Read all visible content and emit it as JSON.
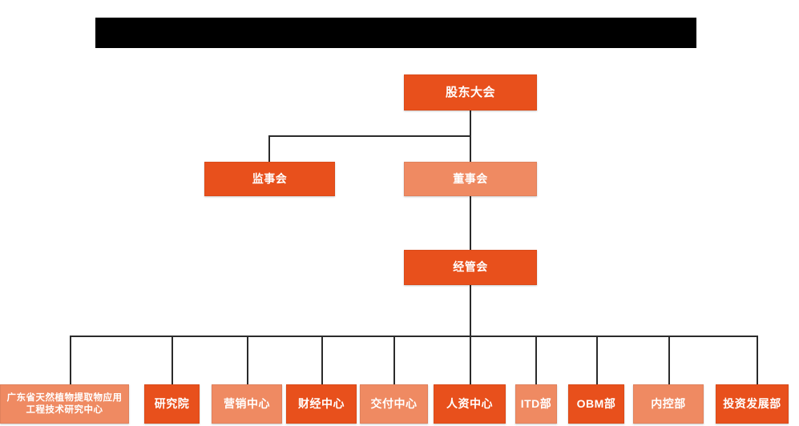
{
  "chart": {
    "type": "org-chart",
    "title_redacted": true,
    "colors": {
      "dark_orange": "#e8501c",
      "light_orange": "#ef8a62",
      "connector": "#2b2b2b",
      "redaction": "#000000",
      "background": "#ffffff",
      "text": "#ffffff"
    },
    "banner": {
      "name": "redacted-title-bar",
      "text": ""
    },
    "levels": [
      {
        "level": 1,
        "nodes": [
          {
            "id": "shareholders-meeting",
            "label": "股东大会",
            "tone": "dark"
          }
        ]
      },
      {
        "level": 2,
        "nodes": [
          {
            "id": "supervisory-board",
            "label": "监事会",
            "tone": "dark"
          },
          {
            "id": "board-of-directors",
            "label": "董事会",
            "tone": "light"
          }
        ]
      },
      {
        "level": 3,
        "nodes": [
          {
            "id": "management-committee",
            "label": "经管会",
            "tone": "dark"
          }
        ]
      },
      {
        "level": 4,
        "nodes": [
          {
            "id": "guangdong-research-center",
            "label": "广东省天然植物提取物应用工程技术研究中心",
            "tone": "light"
          },
          {
            "id": "research-institute",
            "label": "研究院",
            "tone": "dark"
          },
          {
            "id": "marketing-center",
            "label": "营销中心",
            "tone": "light"
          },
          {
            "id": "finance-center",
            "label": "财经中心",
            "tone": "dark"
          },
          {
            "id": "delivery-center",
            "label": "交付中心",
            "tone": "light"
          },
          {
            "id": "hr-center",
            "label": "人资中心",
            "tone": "dark"
          },
          {
            "id": "itd-department",
            "label": "ITD部",
            "tone": "light"
          },
          {
            "id": "obm-department",
            "label": "OBM部",
            "tone": "dark"
          },
          {
            "id": "internal-control-department",
            "label": "内控部",
            "tone": "light"
          },
          {
            "id": "investment-development-department",
            "label": "投资发展部",
            "tone": "dark"
          }
        ]
      }
    ],
    "edges": [
      {
        "from": "shareholders-meeting",
        "to": "supervisory-board"
      },
      {
        "from": "shareholders-meeting",
        "to": "board-of-directors"
      },
      {
        "from": "board-of-directors",
        "to": "management-committee"
      },
      {
        "from": "management-committee",
        "to": "guangdong-research-center"
      },
      {
        "from": "management-committee",
        "to": "research-institute"
      },
      {
        "from": "management-committee",
        "to": "marketing-center"
      },
      {
        "from": "management-committee",
        "to": "finance-center"
      },
      {
        "from": "management-committee",
        "to": "delivery-center"
      },
      {
        "from": "management-committee",
        "to": "hr-center"
      },
      {
        "from": "management-committee",
        "to": "itd-department"
      },
      {
        "from": "management-committee",
        "to": "obm-department"
      },
      {
        "from": "management-committee",
        "to": "internal-control-department"
      },
      {
        "from": "management-committee",
        "to": "investment-development-department"
      }
    ]
  }
}
